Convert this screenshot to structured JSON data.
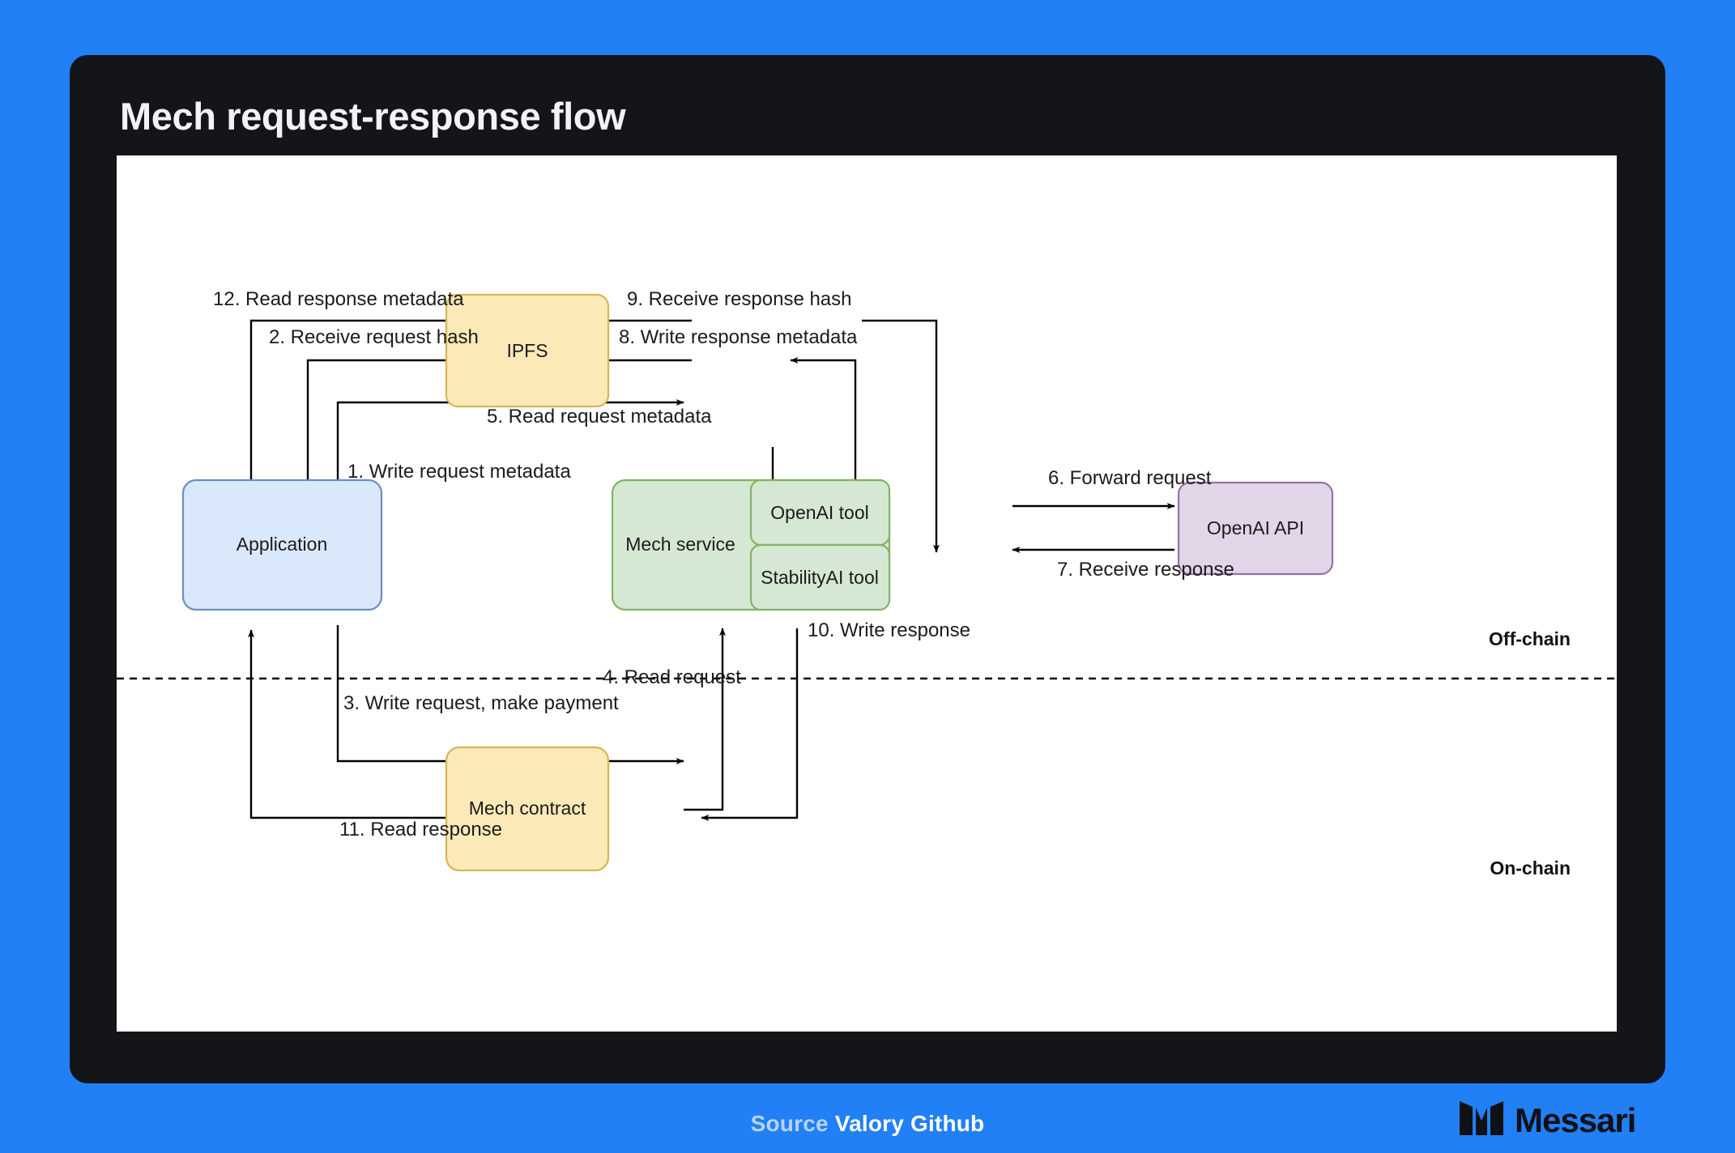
{
  "header": {
    "title": "Mech request-response flow"
  },
  "footer": {
    "source_label": "Source",
    "source_name": "Valory Github",
    "brand": "Messari",
    "brand_mark": "messari-logo-icon"
  },
  "theme": {
    "page_background": "#2180f6",
    "card_background": "#141519",
    "canvas_background": "#ffffff",
    "ipfs_fill": "#fbe9b8",
    "ipfs_stroke": "#d6b656",
    "application_fill": "#dae8fc",
    "application_stroke": "#6c8ebf",
    "mech_service_fill": "#d5e8d4",
    "mech_service_stroke": "#82b366",
    "openai_api_fill": "#e1d5e7",
    "openai_api_stroke": "#9673a6",
    "edge_color": "#000000"
  },
  "diagram": {
    "nodes": [
      {
        "id": "ipfs",
        "label": "IPFS",
        "shape": "rounded-rect",
        "fill": "#fbe9b8"
      },
      {
        "id": "application",
        "label": "Application",
        "shape": "rounded-rect",
        "fill": "#dae8fc"
      },
      {
        "id": "mech_service",
        "label": "Mech service",
        "shape": "rounded-rect",
        "fill": "#d5e8d4"
      },
      {
        "id": "openai_tool",
        "label": "OpenAI tool",
        "shape": "rounded-rect",
        "fill": "#d5e8d4"
      },
      {
        "id": "stabilityai_tool",
        "label": "StabilityAI tool",
        "shape": "rounded-rect",
        "fill": "#d5e8d4"
      },
      {
        "id": "openai_api",
        "label": "OpenAI API",
        "shape": "rounded-rect",
        "fill": "#e1d5e7"
      },
      {
        "id": "mech_contract",
        "label": "Mech contract",
        "shape": "rounded-rect",
        "fill": "#fbe9b8"
      }
    ],
    "zones": [
      {
        "id": "offchain",
        "label": "Off-chain"
      },
      {
        "id": "onchain",
        "label": "On-chain"
      }
    ],
    "edges": [
      {
        "step": 1,
        "label": "1. Write request metadata",
        "from": "application",
        "to": "ipfs"
      },
      {
        "step": 2,
        "label": "2. Receive request hash",
        "from": "ipfs",
        "to": "application"
      },
      {
        "step": 3,
        "label": "3. Write request, make payment",
        "from": "application",
        "to": "mech_contract"
      },
      {
        "step": 4,
        "label": "4. Read request",
        "from": "mech_contract",
        "to": "mech_service"
      },
      {
        "step": 5,
        "label": "5. Read request metadata",
        "from": "ipfs",
        "to": "mech_service"
      },
      {
        "step": 6,
        "label": "6. Forward request",
        "from": "openai_tool",
        "to": "openai_api"
      },
      {
        "step": 7,
        "label": "7. Receive response",
        "from": "openai_api",
        "to": "openai_tool"
      },
      {
        "step": 8,
        "label": "8. Write response metadata",
        "from": "mech_service",
        "to": "ipfs"
      },
      {
        "step": 9,
        "label": "9. Receive response hash",
        "from": "ipfs",
        "to": "mech_service"
      },
      {
        "step": 10,
        "label": "10. Write response",
        "from": "mech_service",
        "to": "mech_contract"
      },
      {
        "step": 11,
        "label": "11. Read response",
        "from": "mech_contract",
        "to": "application"
      },
      {
        "step": 12,
        "label": "12. Read response metadata",
        "from": "ipfs",
        "to": "application"
      }
    ]
  }
}
